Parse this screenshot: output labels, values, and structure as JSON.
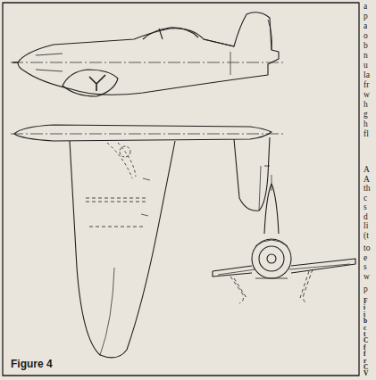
{
  "diagram": {
    "caption": "Figure 4",
    "labels": [
      "a",
      "p",
      "a",
      "o",
      "b",
      "n",
      "u",
      "la",
      "fr",
      "w",
      "h",
      "g",
      "h",
      "fl",
      "A",
      "A",
      "th",
      "c",
      "s",
      "d",
      "li",
      "(t",
      "to",
      "e",
      "s",
      "w",
      "p",
      "F",
      "i",
      "i",
      "b",
      "c",
      "t",
      "C",
      "f",
      "f",
      "r",
      "C",
      "V"
    ]
  }
}
